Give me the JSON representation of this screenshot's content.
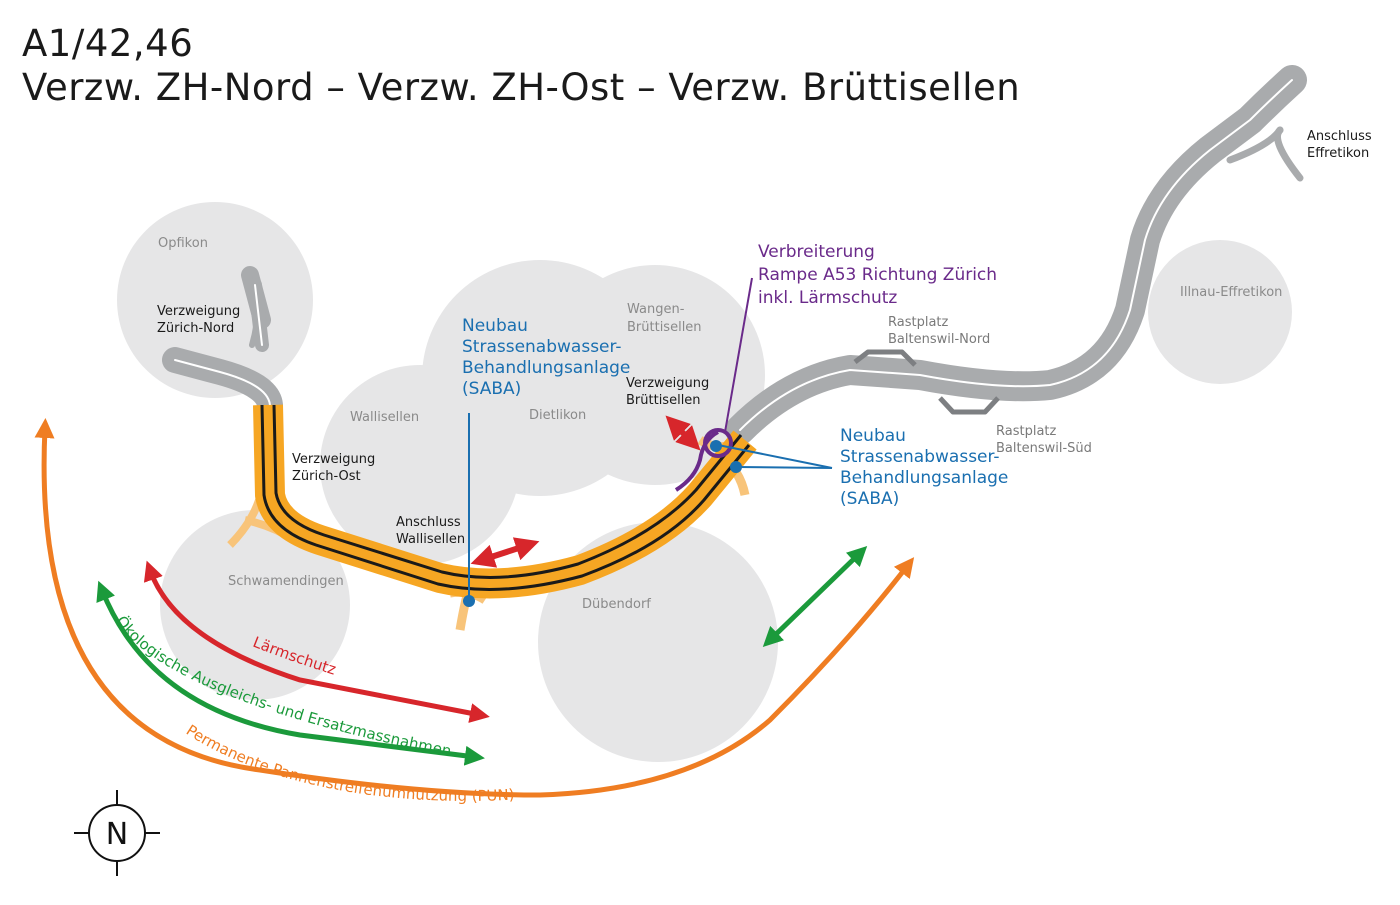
{
  "title": {
    "line1": "A1/42,46",
    "line2": "Verzw. ZH-Nord – Verzw. ZH-Ost – Verzw. Brüttisellen"
  },
  "towns": {
    "opfikon": "Opfikon",
    "wallisellen": "Wallisellen",
    "dietlikon": "Dietlikon",
    "wangen_line1": "Wangen-",
    "wangen_line2": "Brüttisellen",
    "schwamendingen": "Schwamendingen",
    "duebendorf": "Dübendorf",
    "illnau": "Illnau-Effretikon"
  },
  "nodes": {
    "zh_nord_line1": "Verzweigung",
    "zh_nord_line2": "Zürich-Nord",
    "zh_ost_line1": "Verzweigung",
    "zh_ost_line2": "Zürich-Ost",
    "wallisellen_line1": "Anschluss",
    "wallisellen_line2": "Wallisellen",
    "bruett_line1": "Verzweigung",
    "bruett_line2": "Brüttisellen",
    "effretikon_line1": "Anschluss",
    "effretikon_line2": "Effretikon",
    "rast_nord_line1": "Rastplatz",
    "rast_nord_line2": "Baltenswil-Nord",
    "rast_sued_line1": "Rastplatz",
    "rast_sued_line2": "Baltenswil-Süd"
  },
  "callouts": {
    "saba1": [
      "Neubau",
      "Strassenabwasser-",
      "Behandlungsanlage",
      "(SABA)"
    ],
    "saba2": [
      "Neubau",
      "Strassenabwasser-",
      "Behandlungsanlage",
      "(SABA)"
    ],
    "verbreiterung": [
      "Verbreiterung",
      "Rampe A53 Richtung Zürich",
      "inkl. Lärmschutz"
    ]
  },
  "measures": {
    "laermschutz": "Lärmschutz",
    "oekologisch": "Ökologische Ausgleichs- und Ersatzmassnahmen",
    "pun": "Permanente Pannenstreifenumnutzung (PUN)"
  },
  "compass": {
    "letter": "N"
  },
  "colors": {
    "town_circle": "#e6e6e7",
    "road_gray": "#a9abad",
    "road_orange": "#f6a623",
    "red": "#d7262b",
    "green": "#1b9a3b",
    "orange": "#ef7d22",
    "blue": "#1a6fb0",
    "purple": "#6a2a8a"
  }
}
